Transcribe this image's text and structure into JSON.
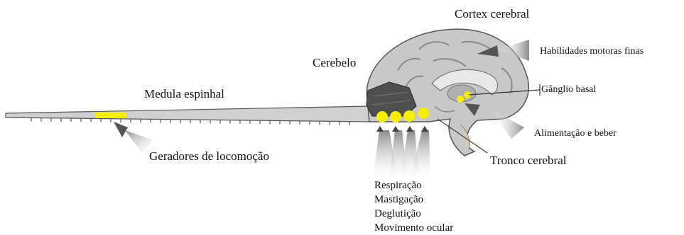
{
  "labels": {
    "cortex": "Cortex cerebral",
    "fine_motor": "Habilidades motoras finas",
    "cerebellum": "Cerebelo",
    "spinal_cord": "Medula espinhal",
    "basal_ganglia": "Gânglio basal",
    "feeding": "Alimentação e beber",
    "brainstem": "Tronco cerebral",
    "locomotion": "Geradores de locomoção"
  },
  "brainstem_functions": [
    "Respiração",
    "Mastigação",
    "Deglutição",
    "Movimento ocular"
  ],
  "colors": {
    "highlight": "#f5f000",
    "brain_fill": "#c8c8c8",
    "cerebellum_fill": "#555555",
    "arrow_gray": "#9a9a9a",
    "outline": "#555555"
  }
}
